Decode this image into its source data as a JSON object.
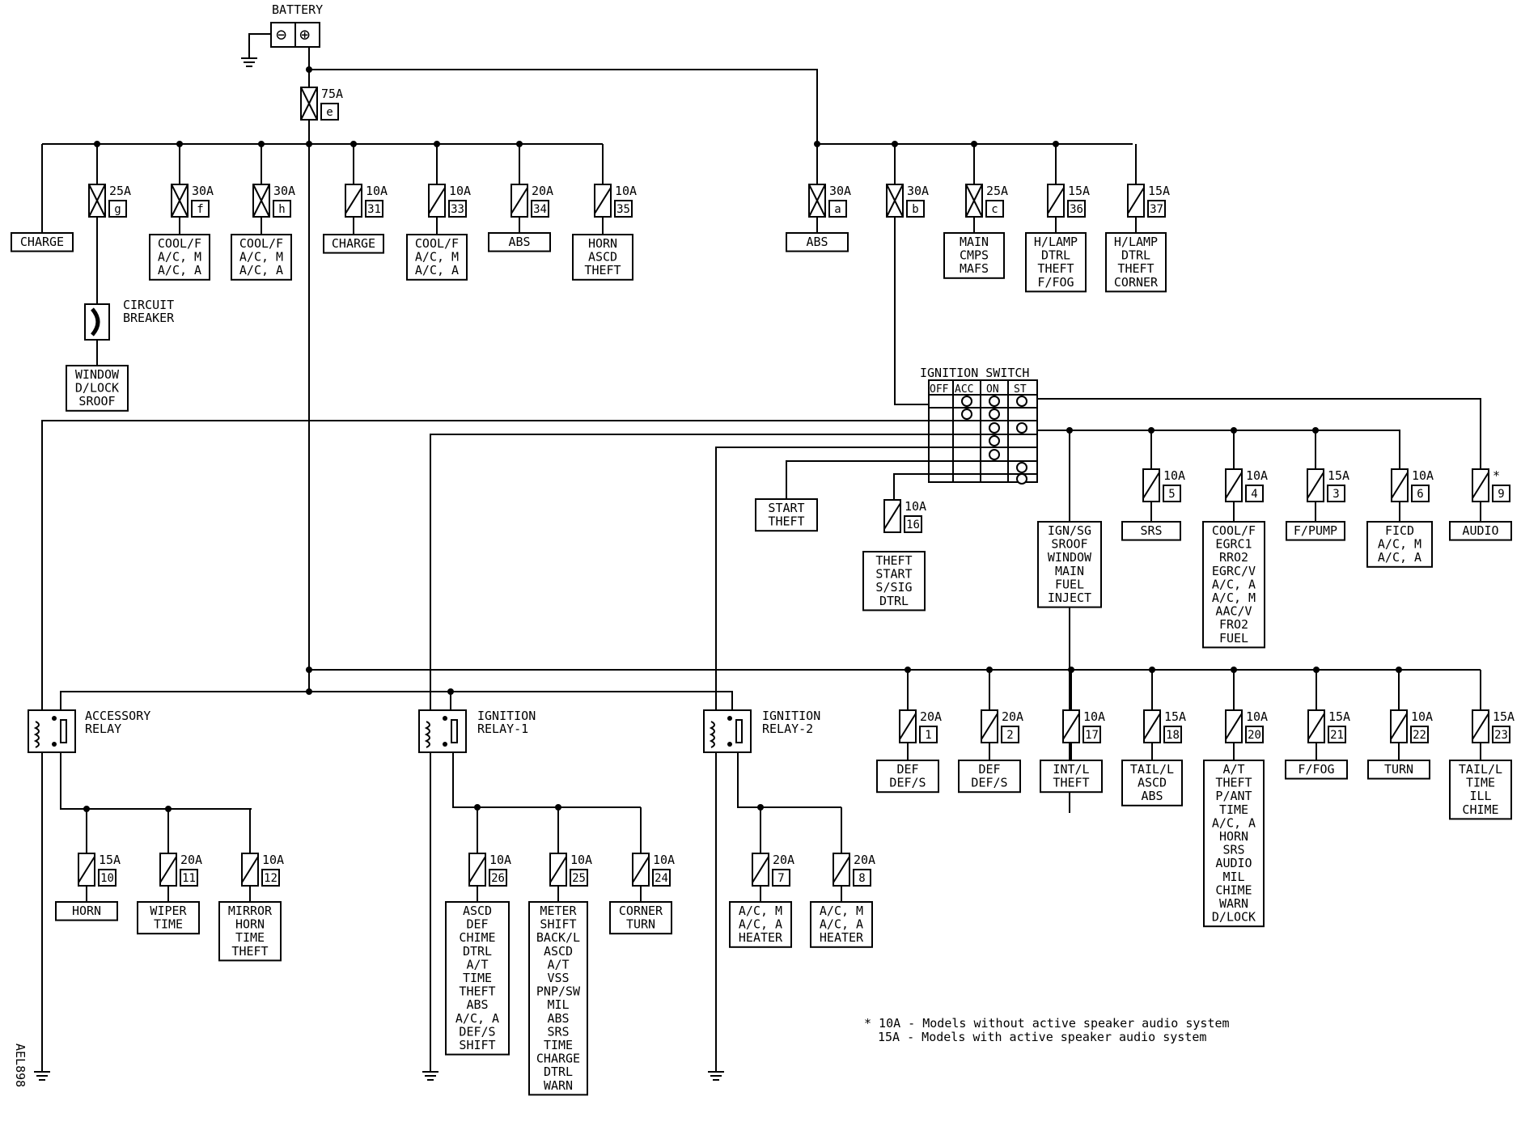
{
  "battery": {
    "label": "BATTERY",
    "minus": "⊖",
    "plus": "⊕"
  },
  "main_fuse": {
    "rating": "75A",
    "id": "e"
  },
  "fuses": [
    {
      "rating": "25A",
      "id": "g"
    },
    {
      "rating": "30A",
      "id": "f"
    },
    {
      "rating": "30A",
      "id": "h"
    },
    {
      "rating": "10A",
      "id": "31"
    },
    {
      "rating": "10A",
      "id": "33"
    },
    {
      "rating": "20A",
      "id": "34"
    },
    {
      "rating": "10A",
      "id": "35"
    },
    {
      "rating": "30A",
      "id": "a"
    },
    {
      "rating": "30A",
      "id": "b"
    },
    {
      "rating": "25A",
      "id": "c"
    },
    {
      "rating": "15A",
      "id": "36"
    },
    {
      "rating": "15A",
      "id": "37"
    },
    {
      "rating": "10A",
      "id": "16"
    },
    {
      "rating": "10A",
      "id": "5"
    },
    {
      "rating": "10A",
      "id": "4"
    },
    {
      "rating": "15A",
      "id": "3"
    },
    {
      "rating": "10A",
      "id": "6"
    },
    {
      "rating": "*",
      "id": "9"
    },
    {
      "rating": "20A",
      "id": "1"
    },
    {
      "rating": "20A",
      "id": "2"
    },
    {
      "rating": "10A",
      "id": "17"
    },
    {
      "rating": "15A",
      "id": "18"
    },
    {
      "rating": "10A",
      "id": "20"
    },
    {
      "rating": "15A",
      "id": "21"
    },
    {
      "rating": "10A",
      "id": "22"
    },
    {
      "rating": "15A",
      "id": "23"
    },
    {
      "rating": "15A",
      "id": "10"
    },
    {
      "rating": "20A",
      "id": "11"
    },
    {
      "rating": "10A",
      "id": "12"
    },
    {
      "rating": "10A",
      "id": "26"
    },
    {
      "rating": "10A",
      "id": "25"
    },
    {
      "rating": "10A",
      "id": "24"
    },
    {
      "rating": "20A",
      "id": "7"
    },
    {
      "rating": "20A",
      "id": "8"
    }
  ],
  "loads": [
    [
      "CHARGE"
    ],
    [
      "COOL/F",
      "A/C, M",
      "A/C, A"
    ],
    [
      "COOL/F",
      "A/C, M",
      "A/C, A"
    ],
    [
      "CHARGE"
    ],
    [
      "COOL/F",
      "A/C, M",
      "A/C, A"
    ],
    [
      "ABS"
    ],
    [
      "HORN",
      "ASCD",
      "THEFT"
    ],
    [
      "ABS"
    ],
    [
      "MAIN",
      "CMPS",
      "MAFS"
    ],
    [
      "H/LAMP",
      "DTRL",
      "THEFT",
      "F/FOG"
    ],
    [
      "H/LAMP",
      "DTRL",
      "THEFT",
      "CORNER"
    ],
    [
      "WINDOW",
      "D/LOCK",
      "SROOF"
    ],
    [
      "START",
      "THEFT"
    ],
    [
      "THEFT",
      "START",
      "S/SIG",
      "DTRL"
    ],
    [
      "IGN/SG",
      "SROOF",
      "WINDOW",
      "MAIN",
      "FUEL",
      "INJECT"
    ],
    [
      "SRS"
    ],
    [
      "COOL/F",
      "EGRC1",
      "RRO2",
      "EGRC/V",
      "A/C, A",
      "A/C, M",
      "AAC/V",
      "FRO2",
      "FUEL"
    ],
    [
      "F/PUMP"
    ],
    [
      "FICD",
      "A/C, M",
      "A/C, A"
    ],
    [
      "AUDIO"
    ],
    [
      "DEF",
      "DEF/S"
    ],
    [
      "DEF",
      "DEF/S"
    ],
    [
      "INT/L",
      "THEFT"
    ],
    [
      "TAIL/L",
      "ASCD",
      "ABS"
    ],
    [
      "A/T",
      "THEFT",
      "P/ANT",
      "TIME",
      "A/C, A",
      "HORN",
      "SRS",
      "AUDIO",
      "MIL",
      "CHIME",
      "WARN",
      "D/LOCK"
    ],
    [
      "F/FOG"
    ],
    [
      "TURN"
    ],
    [
      "TAIL/L",
      "TIME",
      "ILL",
      "CHIME"
    ],
    [
      "HORN"
    ],
    [
      "WIPER",
      "TIME"
    ],
    [
      "MIRROR",
      "HORN",
      "TIME",
      "THEFT"
    ],
    [
      "ASCD",
      "DEF",
      "CHIME",
      "DTRL",
      "A/T",
      "TIME",
      "THEFT",
      "ABS",
      "A/C, A",
      "DEF/S",
      "SHIFT"
    ],
    [
      "METER",
      "SHIFT",
      "BACK/L",
      "ASCD",
      "A/T",
      "VSS",
      "PNP/SW",
      "MIL",
      "ABS",
      "SRS",
      "TIME",
      "CHARGE",
      "DTRL",
      "WARN"
    ],
    [
      "CORNER",
      "TURN"
    ],
    [
      "A/C, M",
      "A/C, A",
      "HEATER"
    ],
    [
      "A/C, M",
      "A/C, A",
      "HEATER"
    ]
  ],
  "circuit_breaker": [
    "CIRCUIT",
    "BREAKER"
  ],
  "relays": [
    [
      "ACCESSORY",
      "RELAY"
    ],
    [
      "IGNITION",
      "RELAY-1"
    ],
    [
      "IGNITION",
      "RELAY-2"
    ]
  ],
  "ignition_switch": {
    "title": "IGNITION SWITCH",
    "positions": [
      "OFF",
      "ACC",
      "ON",
      "ST"
    ]
  },
  "notes": [
    "* 10A - Models without active speaker audio system",
    "15A - Models with active speaker audio system"
  ],
  "code": "AEL898"
}
